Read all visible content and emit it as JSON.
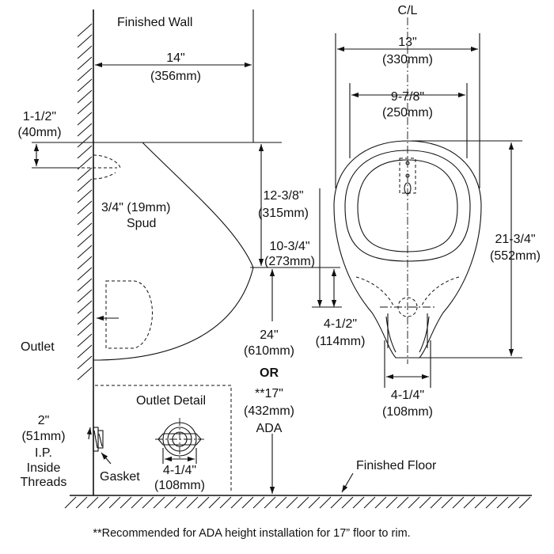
{
  "labels": {
    "finished_wall": "Finished Wall",
    "centerline": "C/L",
    "spud_size": "3/4\" (19mm)",
    "spud": "Spud",
    "outlet": "Outlet",
    "outlet_detail": "Outlet Detail",
    "or": "OR",
    "ada": "ADA",
    "ip_1": "I.P.",
    "ip_2": "Inside",
    "ip_3": "Threads",
    "gasket": "Gasket",
    "finished_floor": "Finished Floor",
    "footnote": "**Recommended for ADA height installation for 17” floor to rim."
  },
  "dimensions": {
    "depth": {
      "in": "14\"",
      "mm": "(356mm)"
    },
    "spud_offset": {
      "in": "1-1/2\"",
      "mm": "(40mm)"
    },
    "rim_to_lip": {
      "in": "12-3/8\"",
      "mm": "(315mm)"
    },
    "lip_to_outlet": {
      "in": "10-3/4\"",
      "mm": "(273mm)"
    },
    "outlet_to_lip": {
      "in": "4-1/2\"",
      "mm": "(114mm)"
    },
    "standard_height": {
      "in": "24\"",
      "mm": "(610mm)"
    },
    "ada_height": {
      "in": "**17\"",
      "mm": "(432mm)"
    },
    "overall_width": {
      "in": "13\"",
      "mm": "(330mm)"
    },
    "bowl_width": {
      "in": "9-7/8\"",
      "mm": "(250mm)"
    },
    "overall_height": {
      "in": "21-3/4\"",
      "mm": "(552mm)"
    },
    "bracket_spacing": {
      "in": "4-1/4\"",
      "mm": "(108mm)"
    },
    "outlet_detail_spacing": {
      "in": "4-1/4\"",
      "mm": "(108mm)"
    },
    "outlet_size": {
      "in": "2\"",
      "mm": "(51mm)"
    }
  }
}
